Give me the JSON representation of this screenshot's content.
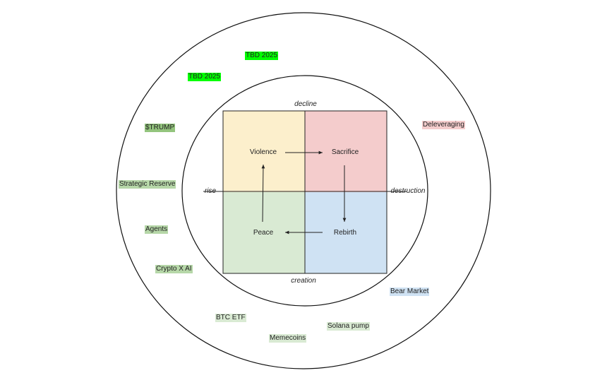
{
  "colors": {
    "violence": "#fcefcc",
    "sacrifice": "#f4cccc",
    "peace": "#d9ead3",
    "rebirth": "#cfe2f3",
    "tag_green_bright": "#00ff00",
    "tag_green_dark": "#93c47d",
    "tag_green_mid": "#b6d7a8",
    "tag_green_light": "#d9ead3",
    "tag_red_light": "#f4cccc",
    "tag_blue_light": "#cfe2f3"
  },
  "axes": {
    "top": "decline",
    "bottom": "creation",
    "left": "rise",
    "right": "destruction"
  },
  "quadrants": {
    "violence": "Violence",
    "sacrifice": "Sacrifice",
    "peace": "Peace",
    "rebirth": "Rebirth"
  },
  "tags": [
    {
      "id": "tbd-2025-top",
      "text": "TBD 2025",
      "color": "tag_green_bright"
    },
    {
      "id": "tbd-2025-second",
      "text": "TBD 2025",
      "color": "tag_green_bright"
    },
    {
      "id": "trump",
      "text": "$TRUMP",
      "color": "tag_green_dark"
    },
    {
      "id": "strategic-reserve",
      "text": "Strategic Reserve",
      "color": "tag_green_mid"
    },
    {
      "id": "agents",
      "text": "Agents",
      "color": "tag_green_mid"
    },
    {
      "id": "crypto-x-ai",
      "text": "Crypto X AI",
      "color": "tag_green_mid"
    },
    {
      "id": "btc-etf",
      "text": "BTC ETF",
      "color": "tag_green_light"
    },
    {
      "id": "memecoins",
      "text": "Memecoins",
      "color": "tag_green_light"
    },
    {
      "id": "solana-pump",
      "text": "Solana pump",
      "color": "tag_green_light"
    },
    {
      "id": "bear-market",
      "text": "Bear Market",
      "color": "tag_blue_light"
    },
    {
      "id": "deleveraging",
      "text": "Deleveraging",
      "color": "tag_red_light"
    }
  ]
}
